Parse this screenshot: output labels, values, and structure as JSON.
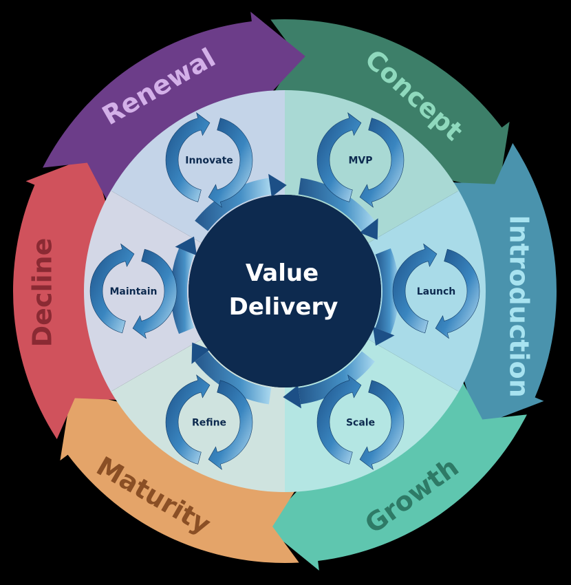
{
  "center": {
    "line1": "Value",
    "line2": "Delivery",
    "color": "#0d2a4f",
    "text_color": "#ffffff"
  },
  "phases": [
    {
      "id": "concept",
      "label": "Concept",
      "color": "#3d7f69",
      "text_color": "#8fd9bd",
      "sector_color": "#a9d9d4"
    },
    {
      "id": "introduction",
      "label": "Introduction",
      "color": "#4a93ad",
      "text_color": "#a8e3f0",
      "sector_color": "#a9dbe8"
    },
    {
      "id": "growth",
      "label": "Growth",
      "color": "#5fc6af",
      "text_color": "#2e7a66",
      "sector_color": "#b4e6e3"
    },
    {
      "id": "maturity",
      "label": "Maturity",
      "color": "#e4a469",
      "text_color": "#8a4f25",
      "sector_color": "#cfe3df"
    },
    {
      "id": "decline",
      "label": "Decline",
      "color": "#d0525c",
      "text_color": "#8a2a33",
      "sector_color": "#d3d7e6"
    },
    {
      "id": "renewal",
      "label": "Renewal",
      "color": "#6c3d89",
      "text_color": "#d3b0e8",
      "sector_color": "#c4d4e8"
    }
  ],
  "stages": [
    {
      "id": "mvp",
      "label": "MVP"
    },
    {
      "id": "launch",
      "label": "Launch"
    },
    {
      "id": "scale",
      "label": "Scale"
    },
    {
      "id": "refine",
      "label": "Refine"
    },
    {
      "id": "maintain",
      "label": "Maintain"
    },
    {
      "id": "innovate",
      "label": "Innovate"
    }
  ],
  "colors": {
    "background": "#000000",
    "stage_arrow": "#2d6fa8",
    "stage_arrow_light": "#a8d8f0",
    "stage_text": "#0d2a4f"
  }
}
